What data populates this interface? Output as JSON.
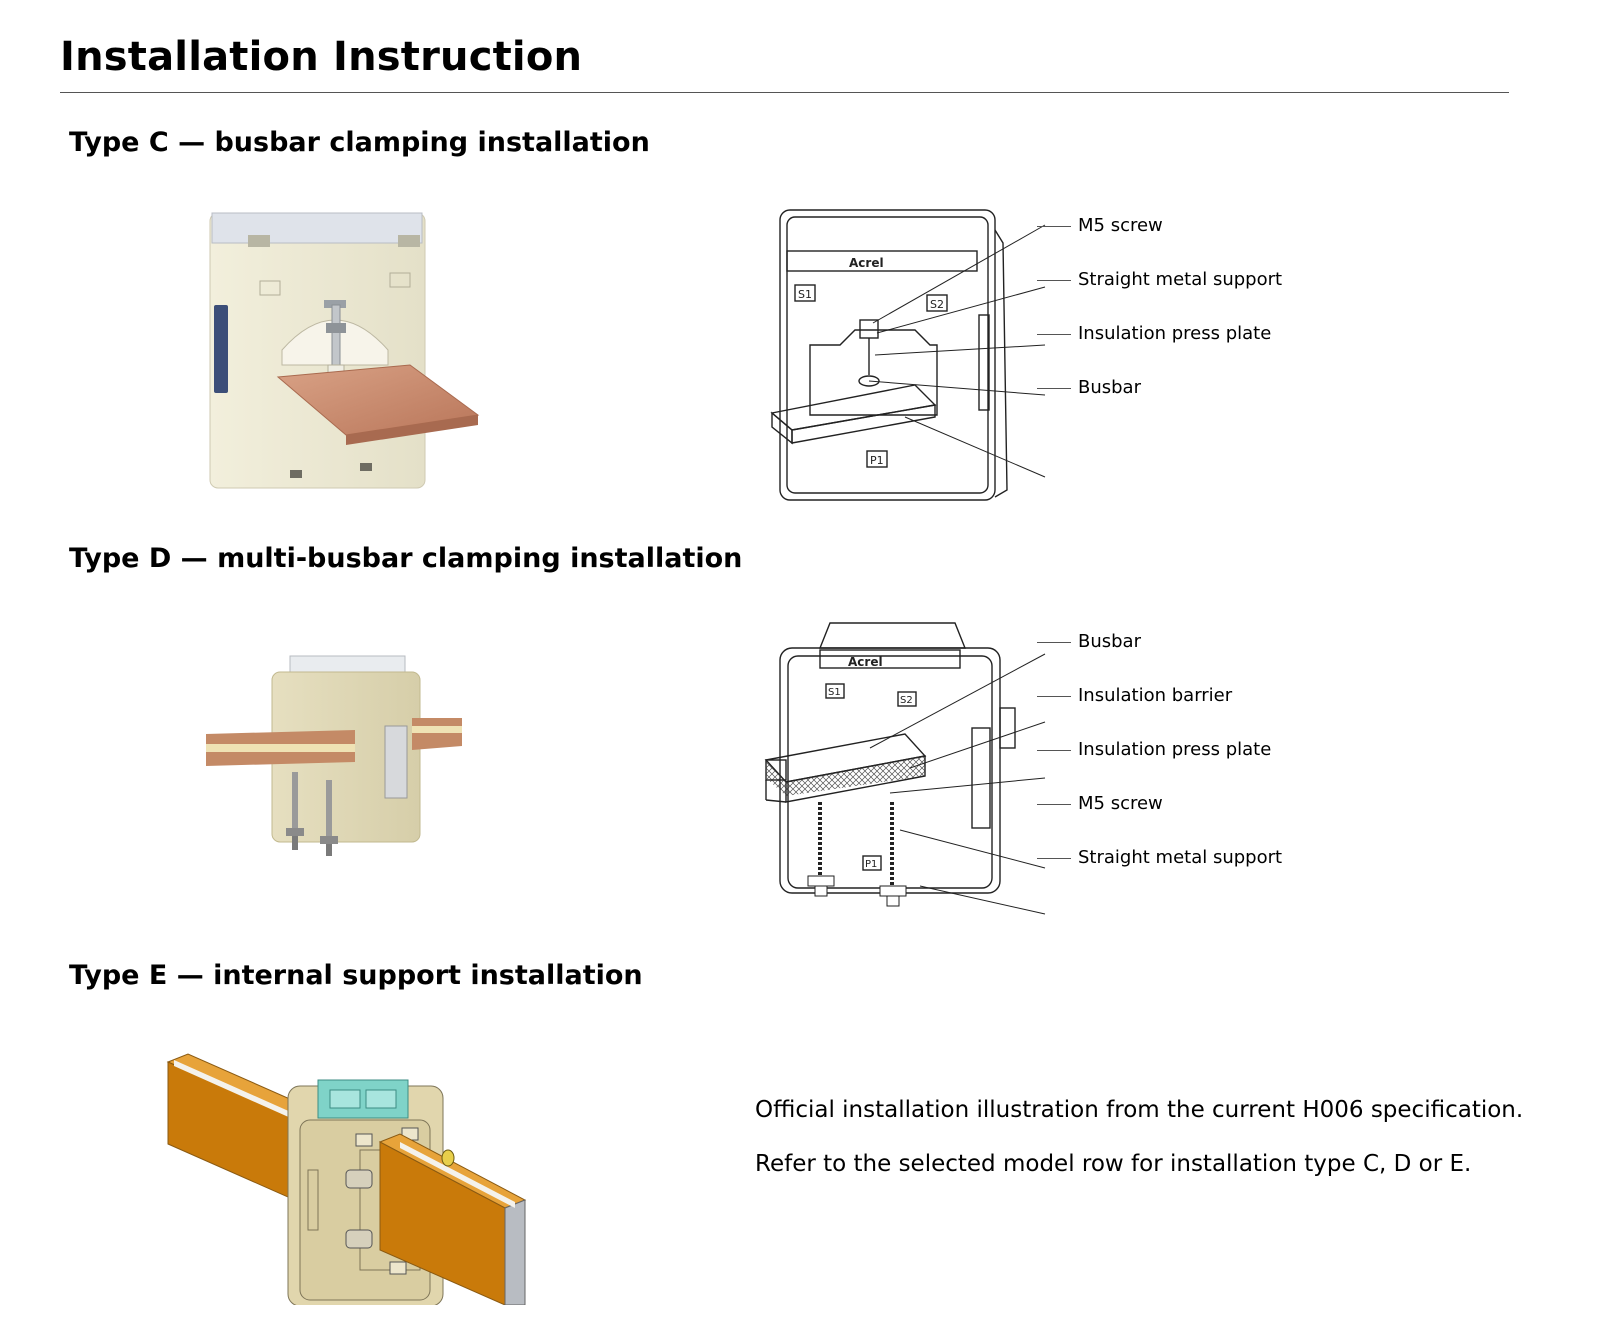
{
  "page": {
    "title": "Installation Instruction"
  },
  "sections": [
    {
      "heading": "Type C — busbar clamping installation",
      "callouts": [
        "M5 screw",
        "Straight metal support",
        "Insulation press plate",
        "Busbar"
      ]
    },
    {
      "heading": "Type D — multi-busbar clamping installation",
      "callouts": [
        "Busbar",
        "Insulation barrier",
        "Insulation press plate",
        "M5 screw",
        "Straight metal support"
      ]
    },
    {
      "heading": "Type E — internal support installation",
      "notes": [
        "Official installation illustration from the current H006 specification.",
        "Refer to the selected model row for installation type C, D or E."
      ]
    }
  ],
  "brand_marks": {
    "logo": "Acrel",
    "terminals": [
      "S1",
      "S2",
      "P1"
    ]
  },
  "colors": {
    "housing": "#e8e4cf",
    "copper": "#c98d6c",
    "busbar_orange": "#c97a0a",
    "cover_teal": "#7fd3c8"
  }
}
